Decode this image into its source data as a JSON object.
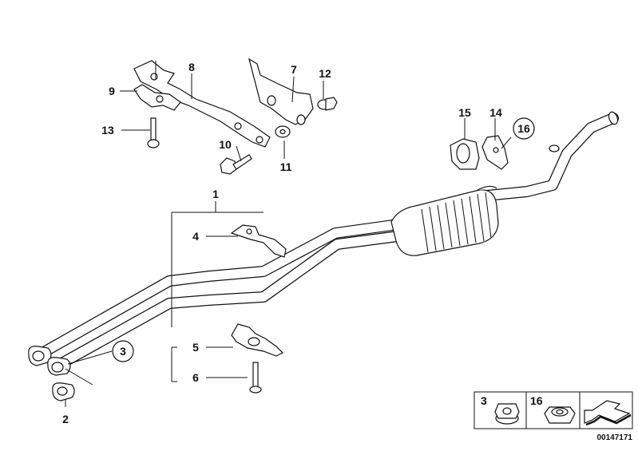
{
  "callouts": {
    "c1": "1",
    "c2": "2",
    "c3": "3",
    "c4": "4",
    "c5": "5",
    "c6": "6",
    "c7": "7",
    "c8": "8",
    "c9": "9",
    "c10": "10",
    "c11": "11",
    "c12": "12",
    "c13": "13",
    "c14": "14",
    "c15": "15",
    "c16": "16"
  },
  "legend": {
    "item_a_label": "3",
    "item_b_label": "16",
    "diagram_number": "00147171"
  }
}
